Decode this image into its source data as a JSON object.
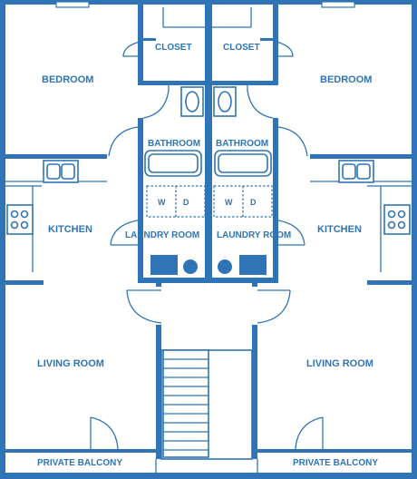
{
  "rooms": {
    "bedroom_left": "BEDROOM",
    "bedroom_right": "BEDROOM",
    "closet_left": "CLOSET",
    "closet_right": "CLOSET",
    "bathroom_left": "BATHROOM",
    "bathroom_right": "BATHROOM",
    "kitchen_left": "KITCHEN",
    "kitchen_right": "KITCHEN",
    "laundry_left": "LAUNDRY ROOM",
    "laundry_right": "LAUNDRY ROOM",
    "living_left": "LIVING ROOM",
    "living_right": "LIVING ROOM",
    "balcony_left": "PRIVATE BALCONY",
    "balcony_right": "PRIVATE BALCONY"
  },
  "appliances": {
    "washer": "W",
    "dryer": "D"
  },
  "colors": {
    "line": "#2f74b5",
    "background": "#ffffff"
  }
}
